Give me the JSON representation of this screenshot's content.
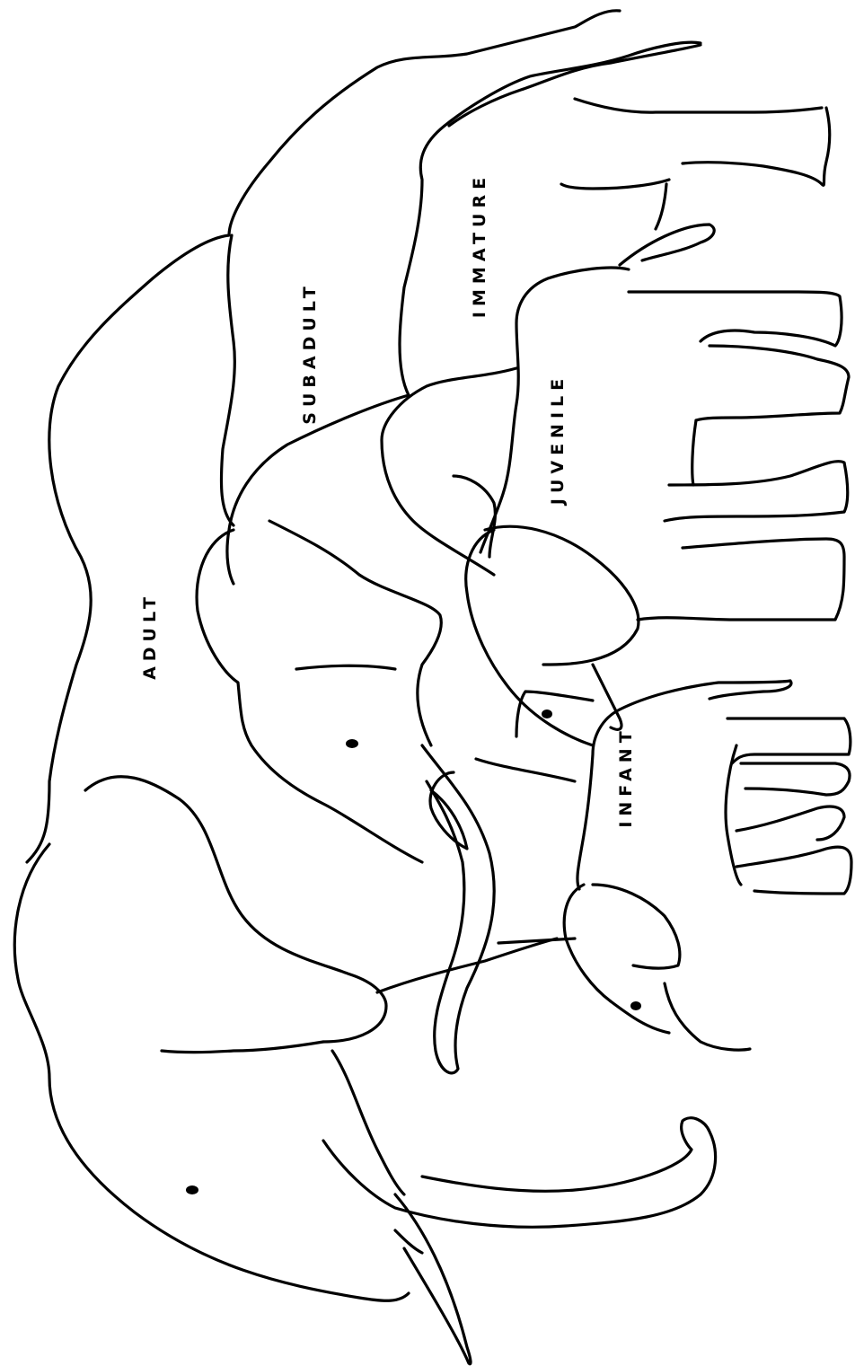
{
  "labels": {
    "adult": "ADULT",
    "subadult": "SUBADULT",
    "immature": "IMMATURE",
    "juvenile": "JUVENILE",
    "infant": "INFANT"
  },
  "colors": {
    "line": "#000000",
    "background": "#ffffff"
  }
}
